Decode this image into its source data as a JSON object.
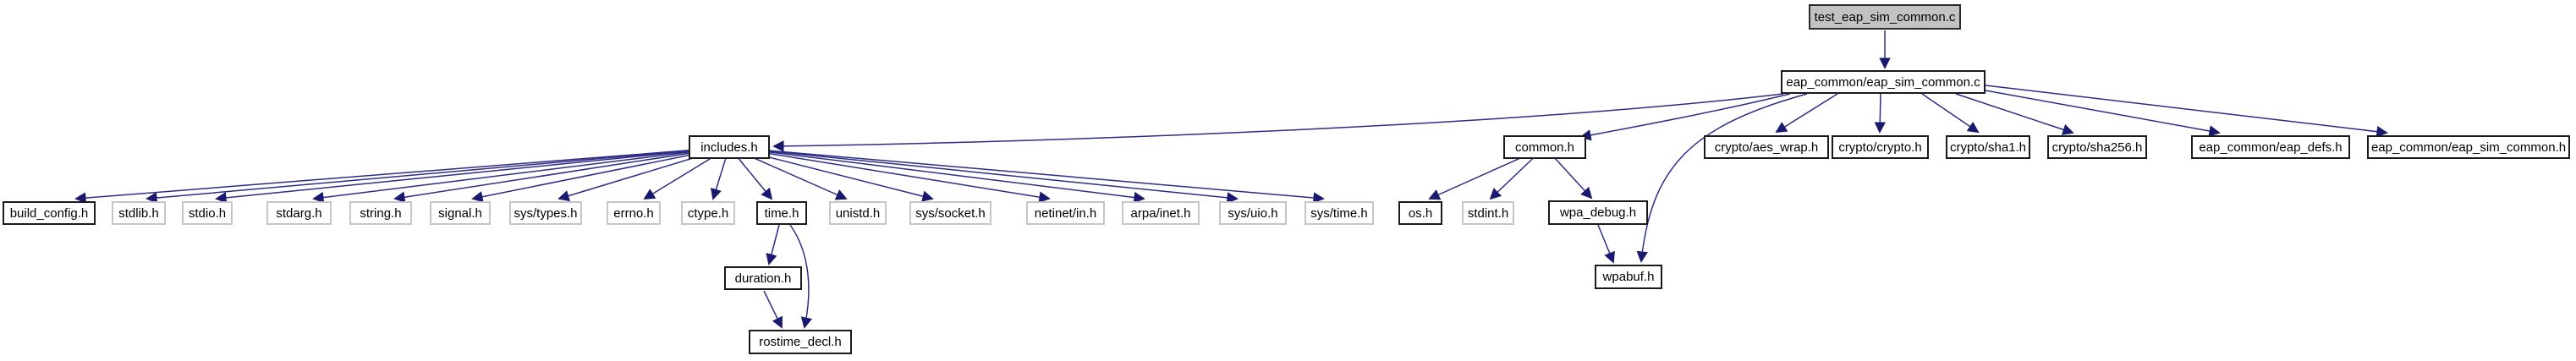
{
  "graph": {
    "type": "include-dependency-graph",
    "colors": {
      "background": "#ffffff",
      "edge_stroke": "#2d2d86",
      "arrowhead": "#191970",
      "node_fill": "#ffffff",
      "current_node_fill": "#c2c2c2",
      "internal_node_border": "#1a1a1a",
      "external_node_border": "#c6c6c6",
      "text": "#000000"
    },
    "nodes": [
      {
        "label": "test_eap_sim_common.c",
        "role": "current"
      },
      {
        "label": "eap_common/eap_sim_common.c",
        "role": "internal"
      },
      {
        "label": "includes.h",
        "role": "internal"
      },
      {
        "label": "common.h",
        "role": "internal"
      },
      {
        "label": "crypto/aes_wrap.h",
        "role": "internal"
      },
      {
        "label": "crypto/crypto.h",
        "role": "internal"
      },
      {
        "label": "crypto/sha1.h",
        "role": "internal"
      },
      {
        "label": "crypto/sha256.h",
        "role": "internal"
      },
      {
        "label": "eap_common/eap_defs.h",
        "role": "internal"
      },
      {
        "label": "eap_common/eap_sim_common.h",
        "role": "internal"
      },
      {
        "label": "build_config.h",
        "role": "internal"
      },
      {
        "label": "stdlib.h",
        "role": "external"
      },
      {
        "label": "stdio.h",
        "role": "external"
      },
      {
        "label": "stdarg.h",
        "role": "external"
      },
      {
        "label": "string.h",
        "role": "external"
      },
      {
        "label": "signal.h",
        "role": "external"
      },
      {
        "label": "sys/types.h",
        "role": "external"
      },
      {
        "label": "errno.h",
        "role": "external"
      },
      {
        "label": "ctype.h",
        "role": "external"
      },
      {
        "label": "time.h",
        "role": "internal"
      },
      {
        "label": "unistd.h",
        "role": "external"
      },
      {
        "label": "sys/socket.h",
        "role": "external"
      },
      {
        "label": "netinet/in.h",
        "role": "external"
      },
      {
        "label": "arpa/inet.h",
        "role": "external"
      },
      {
        "label": "sys/uio.h",
        "role": "external"
      },
      {
        "label": "sys/time.h",
        "role": "external"
      },
      {
        "label": "os.h",
        "role": "internal"
      },
      {
        "label": "stdint.h",
        "role": "external"
      },
      {
        "label": "wpa_debug.h",
        "role": "internal"
      },
      {
        "label": "wpabuf.h",
        "role": "internal"
      },
      {
        "label": "duration.h",
        "role": "internal"
      },
      {
        "label": "rostime_decl.h",
        "role": "internal"
      }
    ],
    "edges": [
      {
        "from": "test_eap_sim_common.c",
        "to": "eap_common/eap_sim_common.c"
      },
      {
        "from": "eap_common/eap_sim_common.c",
        "to": "includes.h"
      },
      {
        "from": "eap_common/eap_sim_common.c",
        "to": "common.h"
      },
      {
        "from": "eap_common/eap_sim_common.c",
        "to": "wpabuf.h"
      },
      {
        "from": "eap_common/eap_sim_common.c",
        "to": "crypto/aes_wrap.h"
      },
      {
        "from": "eap_common/eap_sim_common.c",
        "to": "crypto/crypto.h"
      },
      {
        "from": "eap_common/eap_sim_common.c",
        "to": "crypto/sha1.h"
      },
      {
        "from": "eap_common/eap_sim_common.c",
        "to": "crypto/sha256.h"
      },
      {
        "from": "eap_common/eap_sim_common.c",
        "to": "eap_common/eap_defs.h"
      },
      {
        "from": "eap_common/eap_sim_common.c",
        "to": "eap_common/eap_sim_common.h"
      },
      {
        "from": "includes.h",
        "to": "build_config.h"
      },
      {
        "from": "includes.h",
        "to": "stdlib.h"
      },
      {
        "from": "includes.h",
        "to": "stdio.h"
      },
      {
        "from": "includes.h",
        "to": "stdarg.h"
      },
      {
        "from": "includes.h",
        "to": "string.h"
      },
      {
        "from": "includes.h",
        "to": "signal.h"
      },
      {
        "from": "includes.h",
        "to": "sys/types.h"
      },
      {
        "from": "includes.h",
        "to": "errno.h"
      },
      {
        "from": "includes.h",
        "to": "ctype.h"
      },
      {
        "from": "includes.h",
        "to": "time.h"
      },
      {
        "from": "includes.h",
        "to": "unistd.h"
      },
      {
        "from": "includes.h",
        "to": "sys/socket.h"
      },
      {
        "from": "includes.h",
        "to": "netinet/in.h"
      },
      {
        "from": "includes.h",
        "to": "arpa/inet.h"
      },
      {
        "from": "includes.h",
        "to": "sys/uio.h"
      },
      {
        "from": "includes.h",
        "to": "sys/time.h"
      },
      {
        "from": "common.h",
        "to": "os.h"
      },
      {
        "from": "common.h",
        "to": "stdint.h"
      },
      {
        "from": "common.h",
        "to": "wpa_debug.h"
      },
      {
        "from": "wpa_debug.h",
        "to": "wpabuf.h"
      },
      {
        "from": "time.h",
        "to": "duration.h"
      },
      {
        "from": "time.h",
        "to": "rostime_decl.h"
      },
      {
        "from": "duration.h",
        "to": "rostime_decl.h"
      }
    ]
  }
}
